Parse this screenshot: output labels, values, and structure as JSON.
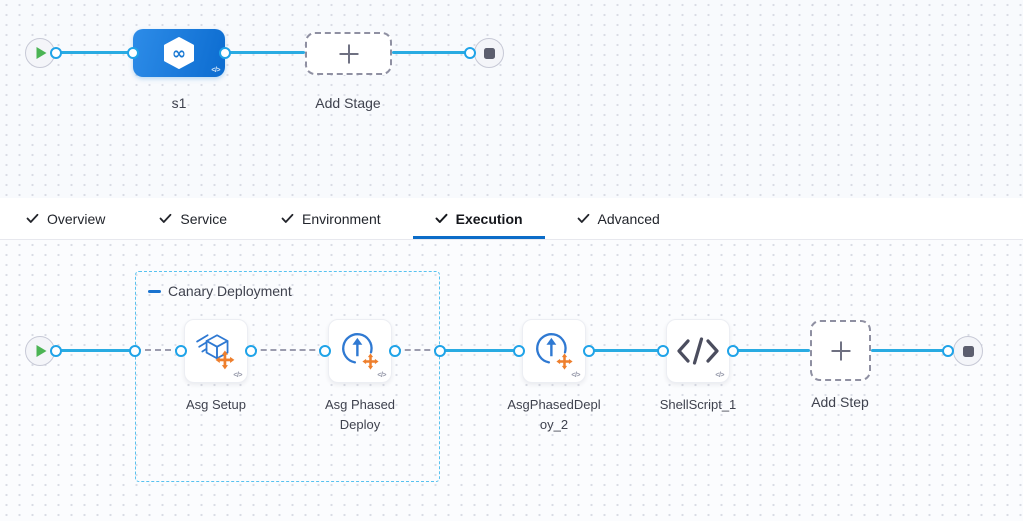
{
  "stage_canvas": {
    "stage": {
      "label": "s1",
      "icon": "cd-infinity-hexagon"
    },
    "add_stage": {
      "label": "Add Stage"
    }
  },
  "tabs": {
    "active": "Execution",
    "items": [
      {
        "label": "Overview",
        "checked": true
      },
      {
        "label": "Service",
        "checked": true
      },
      {
        "label": "Environment",
        "checked": true
      },
      {
        "label": "Execution",
        "checked": true
      },
      {
        "label": "Advanced",
        "checked": true
      }
    ]
  },
  "execution_canvas": {
    "group": {
      "label": "Canary Deployment",
      "collapse_icon": "minus"
    },
    "steps": [
      {
        "label": "Asg Setup",
        "icon": "asg-cube"
      },
      {
        "label": "Asg Phased Deploy",
        "icon": "phased-circle-arrow"
      },
      {
        "label": "AsgPhasedDeploy_2",
        "icon": "phased-circle-arrow"
      },
      {
        "label": "ShellScript_1",
        "icon": "code-brackets"
      }
    ],
    "add_step": {
      "label": "Add Step"
    }
  },
  "icons": {
    "code_chip": "</>"
  },
  "colors": {
    "connector_blue": "#29abe2",
    "port_ring": "#1fa3e8",
    "accent_blue": "#0b6cc8",
    "group_border": "#57c2f0",
    "dashed_gray": "#9b9cae",
    "stage_gradient_start": "#2d8ce8",
    "stage_gradient_end": "#0c6cd0",
    "icon_blue": "#2f79d2",
    "move_orange": "#ee7f2d",
    "play_green": "#4bb454",
    "end_gray": "#5c5e6e",
    "label_text": "#3f424e"
  }
}
